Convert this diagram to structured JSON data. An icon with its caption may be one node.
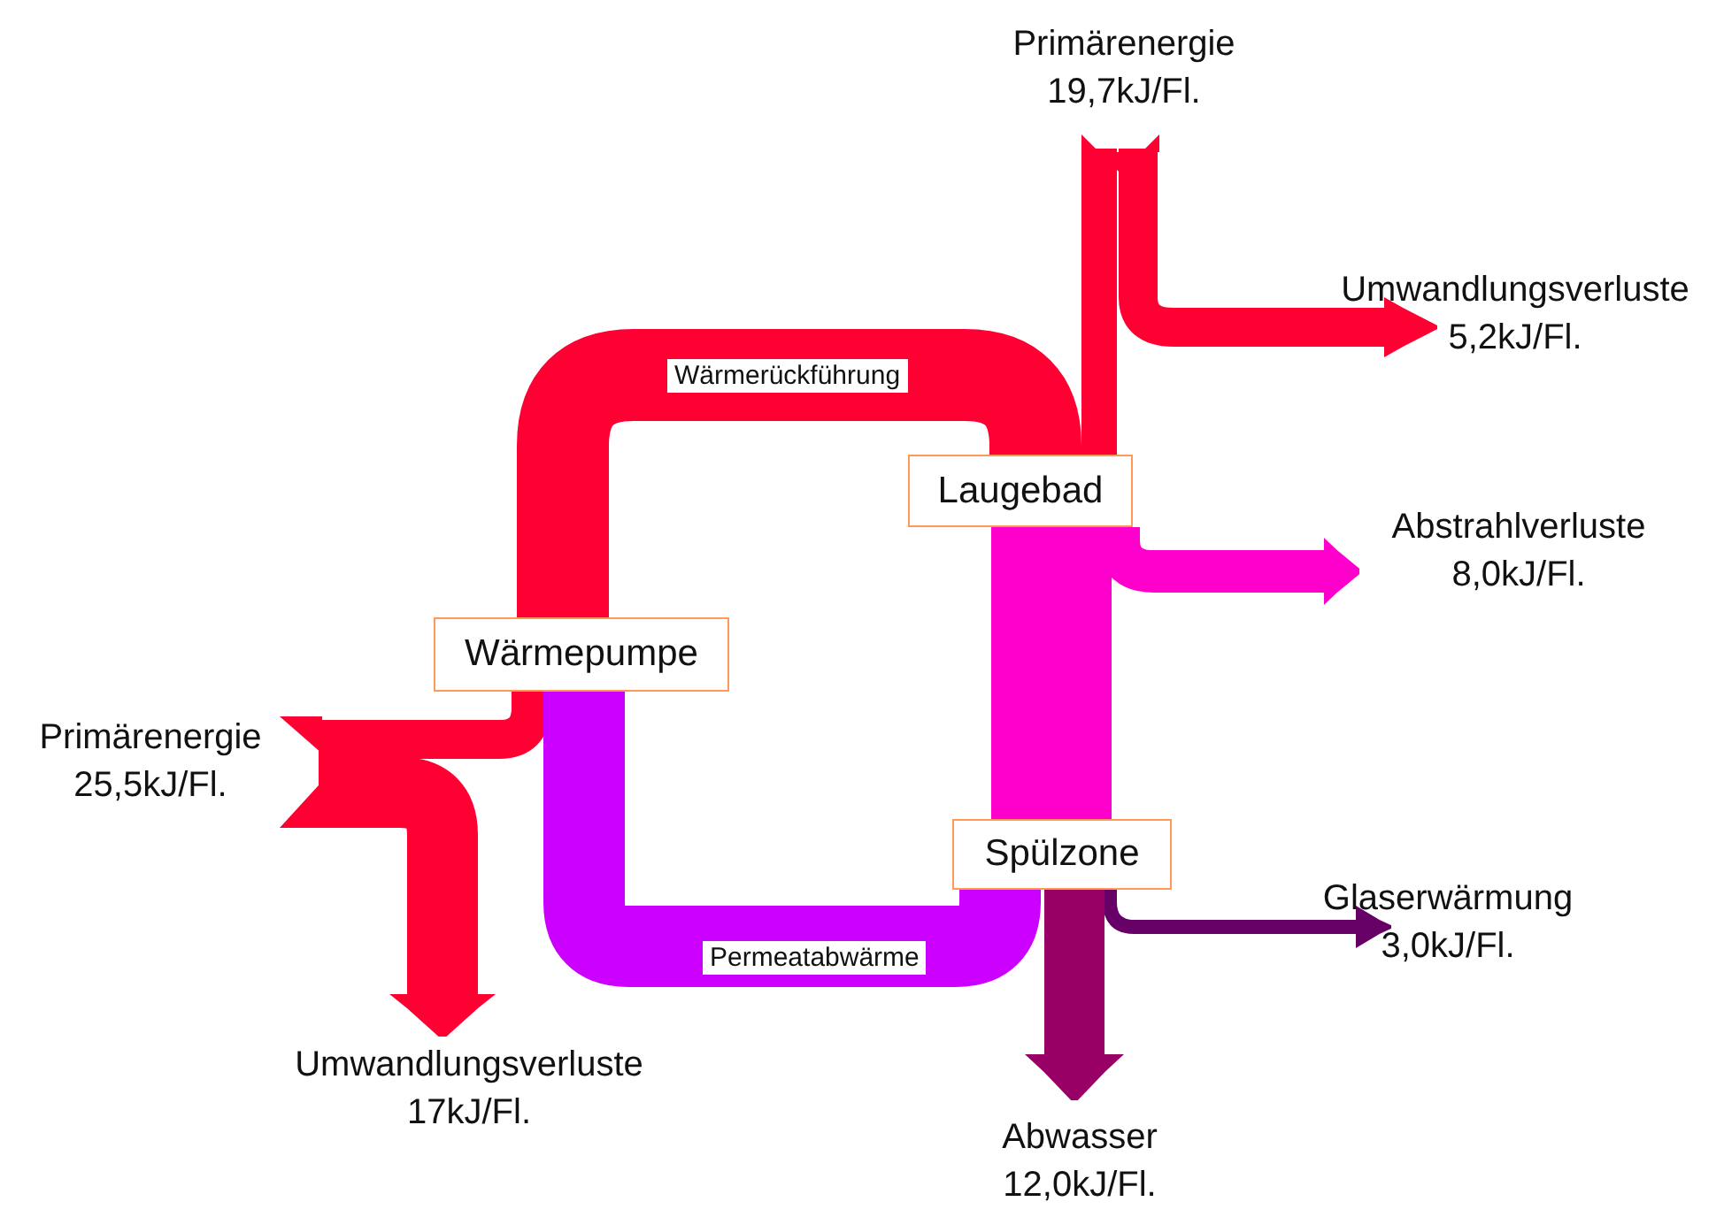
{
  "diagram": {
    "nodes": [
      {
        "text": [
          "Primärenergie",
          "19,7kJ/Fl."
        ]
      },
      {
        "text": [
          "Umwandlungsverluste",
          "5,2kJ/Fl."
        ]
      },
      {
        "text": [
          "Laugebad"
        ]
      },
      {
        "text": [
          "Abstrahlverluste",
          "8,0kJ/Fl."
        ]
      },
      {
        "text": [
          "Wärmepumpe"
        ]
      },
      {
        "text": [
          "Primärenergie",
          "25,5kJ/Fl."
        ]
      },
      {
        "text": [
          "Spülzone"
        ]
      },
      {
        "text": [
          "Glaserwärmung",
          "3,0kJ/Fl."
        ]
      },
      {
        "text": [
          "Umwandlungsverluste",
          "17kJ/Fl."
        ]
      },
      {
        "text": [
          "Abwasser",
          "12,0kJ/Fl."
        ]
      }
    ],
    "edges": [
      {
        "from": 0,
        "to": 2,
        "arrow": "none"
      },
      {
        "from": 0,
        "to": 1,
        "arrow": "to"
      },
      {
        "from": 4,
        "to": 2,
        "arrow": "none",
        "label": "Wärmerückführung",
        "style": "thick"
      },
      {
        "from": 2,
        "to": 3,
        "arrow": "to",
        "color": "#ff00cc"
      },
      {
        "from": 2,
        "to": 6,
        "arrow": "none",
        "color": "#ff00cc",
        "style": "thick"
      },
      {
        "from": 5,
        "to": 4,
        "arrow": "none"
      },
      {
        "from": 5,
        "to": 8,
        "arrow": "to"
      },
      {
        "from": 6,
        "to": 4,
        "arrow": "none",
        "label": "Permeatabwärme",
        "color": "#cc00ff",
        "style": "thick"
      },
      {
        "from": 6,
        "to": 7,
        "arrow": "to",
        "color": "#660066"
      },
      {
        "from": 6,
        "to": 9,
        "arrow": "to",
        "color": "#990066"
      }
    ]
  }
}
